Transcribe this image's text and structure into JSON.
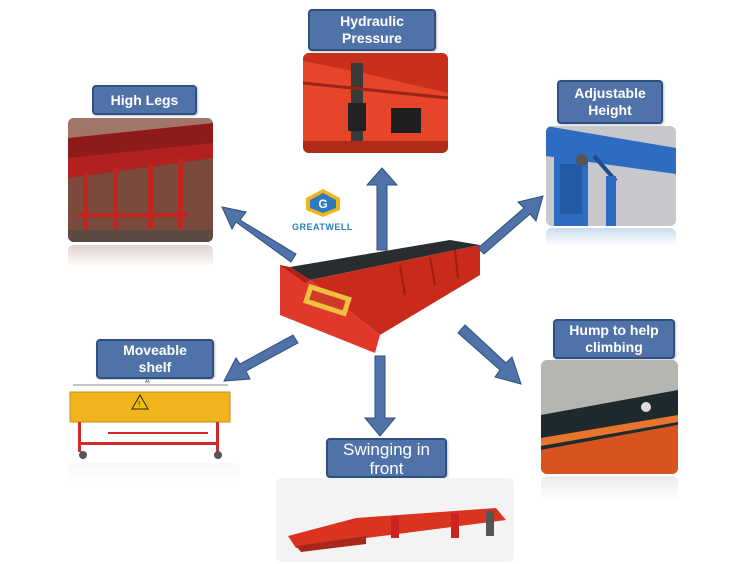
{
  "labels": {
    "hydraulic": "Hydraulic\nPressure",
    "high_legs": "High Legs",
    "adjustable": "Adjustable\nHeight",
    "moveable": "Moveable\nshelf",
    "hump": "Hump to help\nclimbing",
    "swinging": "Swinging in\nfront"
  },
  "logo": {
    "brand": "GREATWELL",
    "letter": "G"
  },
  "shelf_dimension_label": "A",
  "colors": {
    "label_fill": "#4f73a8",
    "arrow_fill": "#4f73a8",
    "conveyor_red": "#d9341f",
    "blue_frame": "#2d6cc0",
    "yellow_shelf": "#f2b41c"
  }
}
